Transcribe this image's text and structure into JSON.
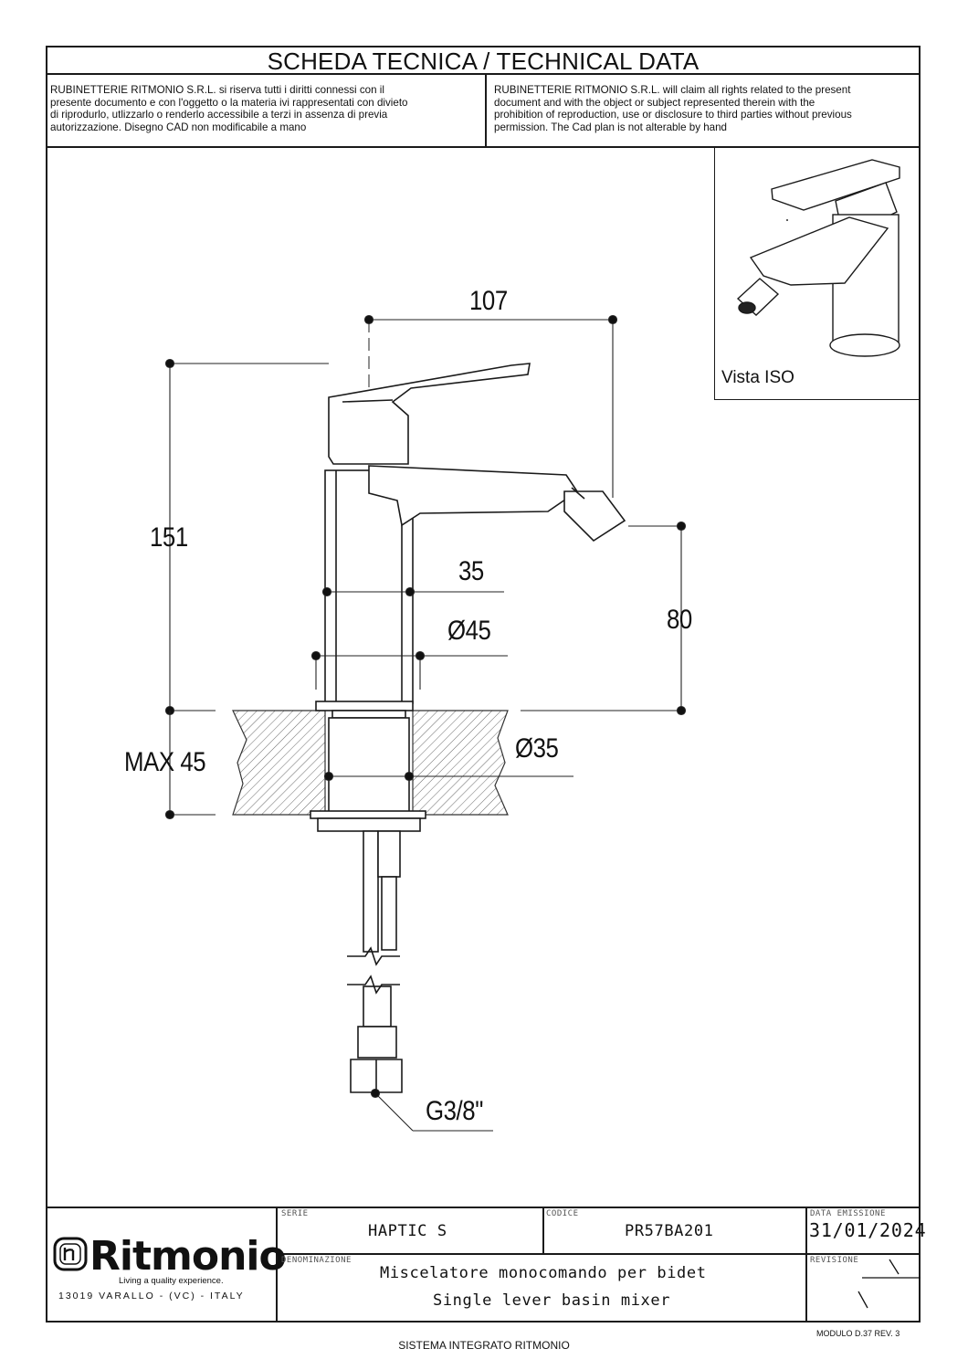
{
  "header": {
    "title": "SCHEDA TECNICA / TECHNICAL DATA",
    "notice_it": "RUBINETTERIE RITMONIO S.R.L. si riserva tutti i diritti connessi con il\npresente documento e con l'oggetto o la materia ivi rappresentati con divieto\ndi riprodurlo, utlizzarlo o renderlo accessibile a terzi in assenza di previa\nautorizzazione. Disegno CAD non modificabile a mano",
    "notice_en": "RUBINETTERIE RITMONIO S.R.L. will claim all rights related to the present\ndocument and with the object or subject represented therein with the\nprohibition  of reproduction, use or disclosure to third parties without previous\npermission.  The Cad plan is not alterable by hand"
  },
  "iso_view": {
    "label": "Vista ISO"
  },
  "dimensions": {
    "width_107": "107",
    "height_151": "151",
    "body_35": "35",
    "base_d45": "Ø45",
    "spout_80": "80",
    "max_45": "MAX 45",
    "hole_d35": "Ø35",
    "thread": "G3/8\""
  },
  "title_block": {
    "logo_text": "Ritmonio",
    "logo_tagline": "Living a quality experience.",
    "address": "13019 VARALLO - (VC) - ITALY",
    "serie_label": "SERIE",
    "serie_value": "HAPTIC  S",
    "codice_label": "CODICE",
    "codice_value": "PR57BA201",
    "data_label": "DATA  EMISSIONE",
    "data_value": "31/01/2024",
    "denominazione_label": "DENOMINAZIONE",
    "denominazione_it": "Miscelatore  monocomando  per  bidet",
    "denominazione_en": "Single  lever  basin  mixer",
    "revisione_label": "REVISIONE"
  },
  "footer": {
    "system": "SISTEMA INTEGRATO RITMONIO",
    "modulo": "MODULO D.37 REV. 3"
  }
}
